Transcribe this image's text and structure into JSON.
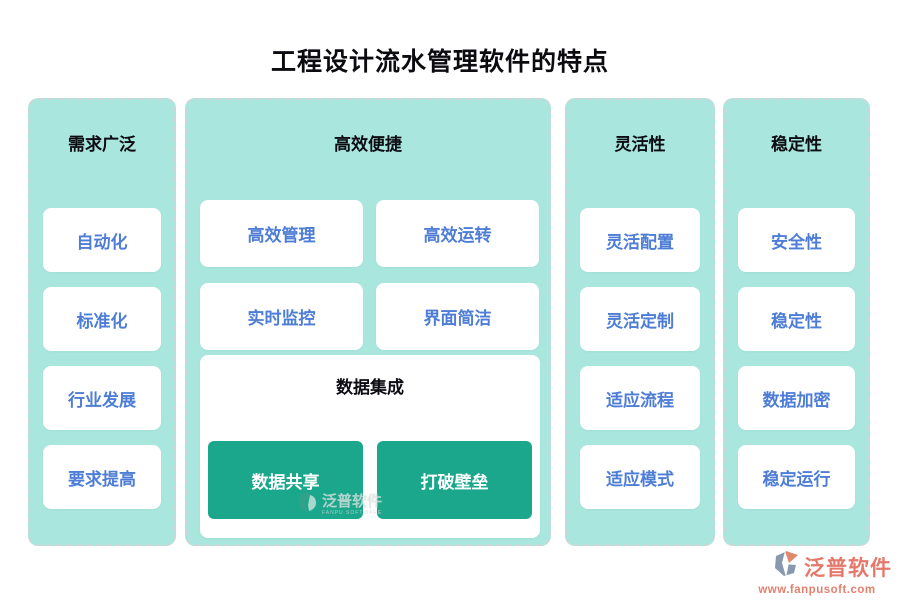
{
  "title": "工程设计流水管理软件的特点",
  "columns": [
    {
      "header": "需求广泛",
      "items": [
        "自动化",
        "标准化",
        "行业发展",
        "要求提高"
      ]
    },
    {
      "header": "高效便捷",
      "items": [
        "高效管理",
        "高效运转",
        "实时监控",
        "界面简洁"
      ],
      "subpanel": {
        "header": "数据集成",
        "buttons": [
          "数据共享",
          "打破壁垒"
        ]
      }
    },
    {
      "header": "灵活性",
      "items": [
        "灵活配置",
        "灵活定制",
        "适应流程",
        "适应模式"
      ]
    },
    {
      "header": "稳定性",
      "items": [
        "安全性",
        "稳定性",
        "数据加密",
        "稳定运行"
      ]
    }
  ],
  "watermark": {
    "brand": "泛普软件",
    "subtext": "FANPU SOFTWARE"
  },
  "footer": {
    "brand": "泛普软件",
    "url": "www.fanpusoft.com"
  },
  "colors": {
    "panel_bg": "#a9e7de",
    "panel_border": "#c9d8d6",
    "item_text": "#4d7dd6",
    "accent_button": "#1ba78b",
    "brand": "#e4796b"
  }
}
